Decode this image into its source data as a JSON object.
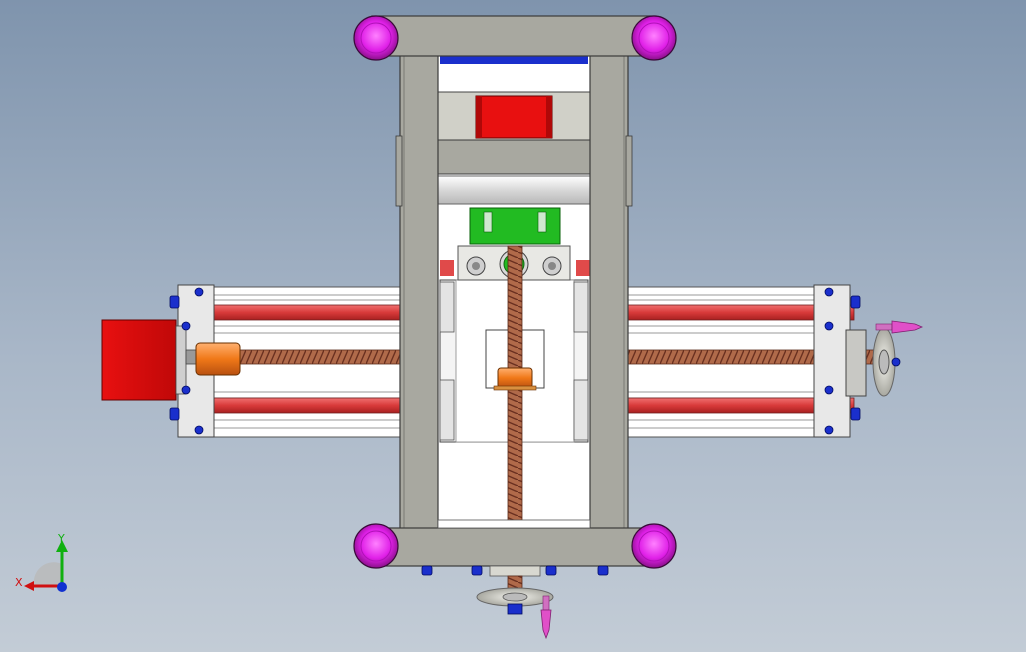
{
  "viewport": {
    "background_top": "#7f94ad",
    "background_bottom": "#c3ccd6"
  },
  "colors": {
    "frame": "#a8a8a0",
    "frame_edge": "#3a3a3a",
    "bearing_pad": "#e040e8",
    "motor": "#e81010",
    "coupler": "#f07818",
    "leadscrew": "#b06a4a",
    "guide_rod": "#e04a4a",
    "bracket": "#22bb22",
    "handwheel": "#d8d8d0",
    "handle_knob": "#e050c8",
    "bolt": "#1a2fcc",
    "plate": "#f4f4f4"
  },
  "parts": [
    "frame-top-beam",
    "frame-bottom-beam",
    "frame-left-upright",
    "frame-right-upright",
    "corner-feet",
    "x-axis-motor",
    "x-axis-leadscrew",
    "x-axis-guide-rails",
    "x-axis-handwheel",
    "y-axis-leadscrew",
    "y-axis-handwheel",
    "top-motor",
    "bracket",
    "carriage-plate"
  ],
  "triad": {
    "x_label": "X",
    "y_label": "Y",
    "x_color": "#d01010",
    "y_color": "#10b010",
    "z_color": "#1030d0"
  }
}
